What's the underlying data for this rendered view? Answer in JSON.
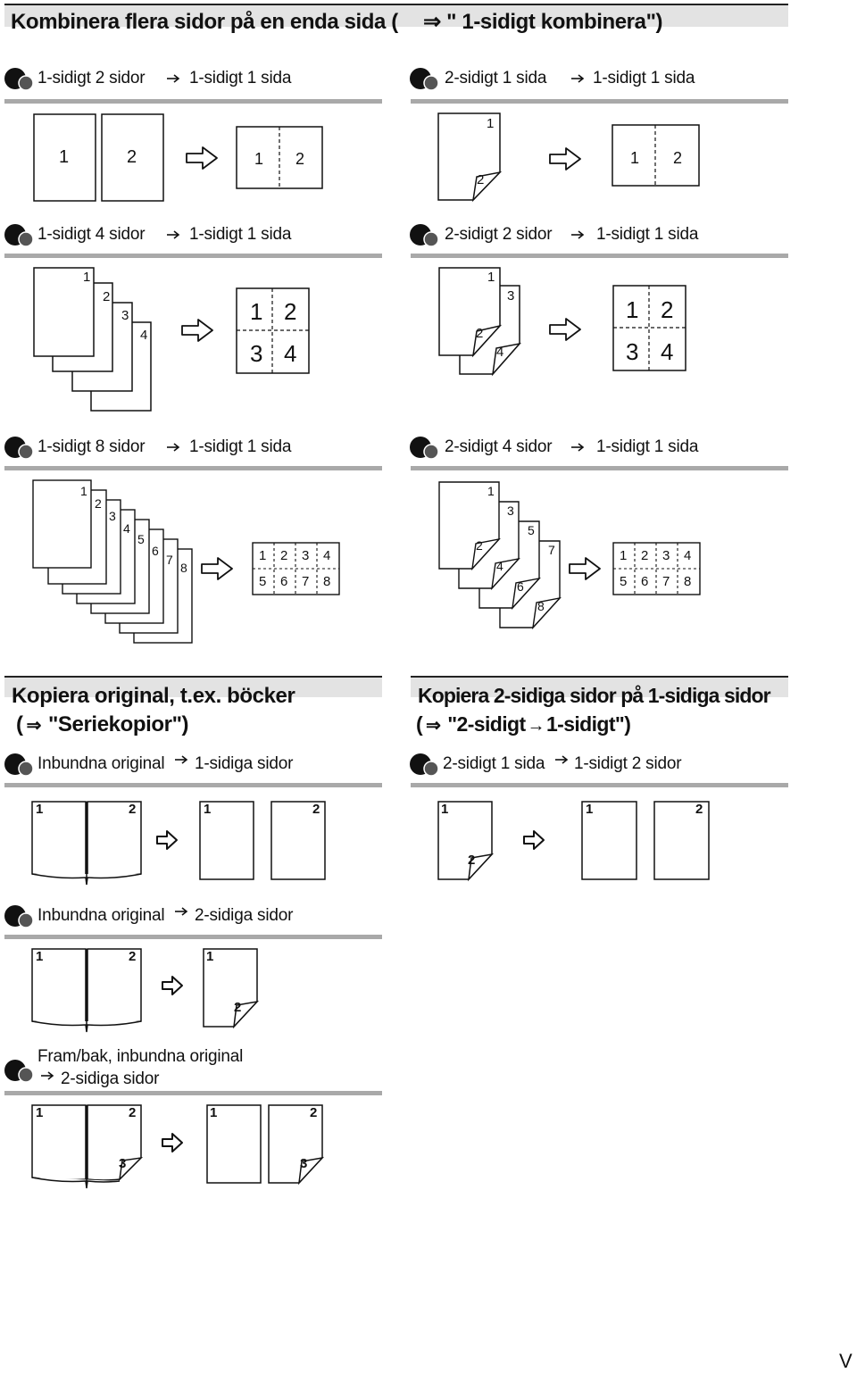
{
  "sec1": {
    "title": "Kombinera flera sidor på en enda sida (",
    "ref": "\" 1-sidigt kombinera\")",
    "labels": [
      "1-sidigt 2 sidor",
      "1-sidigt 1 sida",
      "2-sidigt 1 sida",
      "1-sidigt 1 sida",
      "1-sidigt 4 sidor",
      "1-sidigt 1 sida",
      "2-sidigt 2 sidor",
      "1-sidigt 1 sida",
      "1-sidigt 8 sidor",
      "1-sidigt 1 sida",
      "2-sidigt 4 sidor",
      "1-sidigt 1 sida"
    ]
  },
  "sec2": {
    "title1": "Kopiera original, t.ex. böcker",
    "title2": "(",
    "title2b": "\"Seriekopior\")",
    "l1a": "Inbundna original",
    "l1b": "1-sidiga sidor",
    "l2a": "Inbundna original",
    "l2b": "2-sidiga sidor",
    "l3a": "Fram/bak, inbundna original",
    "l3b": "2-sidiga sidor"
  },
  "sec3": {
    "title1": "Kopiera 2-sidiga sidor på 1-sidiga sidor",
    "title2": "(",
    "title2b": "\"2-sidigt",
    "title2c": "1-sidigt\")",
    "l1a": "2-sidigt 1 sida",
    "l1b": "1-sidigt 2 sidor"
  },
  "digits": {
    "d1": "1",
    "d2": "2",
    "d3": "3",
    "d4": "4",
    "d5": "5",
    "d6": "6",
    "d7": "7",
    "d8": "8"
  },
  "page_marker": "V"
}
